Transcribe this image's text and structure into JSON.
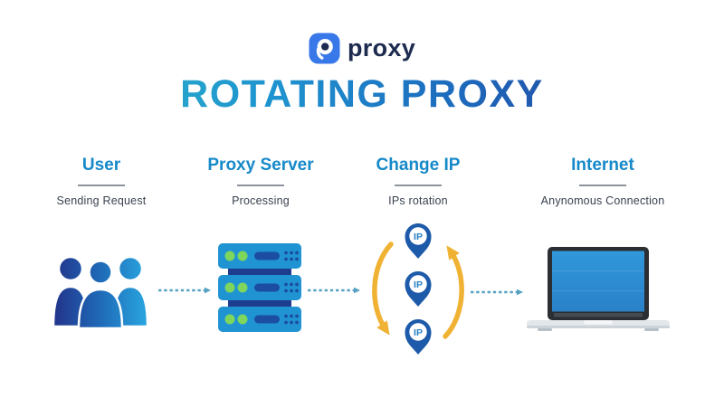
{
  "brand": {
    "name": "proxy",
    "icon": "proxy-logo-icon"
  },
  "title": "ROTATING PROXY",
  "columns": [
    {
      "heading": "User",
      "subtitle": "Sending Request",
      "icon": "users-group-icon"
    },
    {
      "heading": "Proxy Server",
      "subtitle": "Processing",
      "icon": "server-rack-icon"
    },
    {
      "heading": "Change IP",
      "subtitle": "IPs rotation",
      "icon": "ip-pins-rotation-icon"
    },
    {
      "heading": "Internet",
      "subtitle": "Anynomous Connection",
      "icon": "laptop-icon"
    }
  ],
  "ip_pin_label": "IP",
  "flow_arrow_count": 3,
  "colors": {
    "heading_blue": "#1689c9",
    "title_gradient_start": "#2fc1c5",
    "title_gradient_end": "#27338c",
    "brand_navy": "#1d2b4f",
    "logo_blue": "#3878e8",
    "server_blue": "#2094d3",
    "server_spine_navy": "#1e3d8f",
    "server_led_green": "#7ed65d",
    "pin_blue": "#1d5aa9",
    "pin_text_blue": "#2580c4",
    "rotation_arrow_yellow": "#f0b233",
    "dashed_arrow_teal": "#57a2c3",
    "subtitle_gray": "#3a4250"
  }
}
